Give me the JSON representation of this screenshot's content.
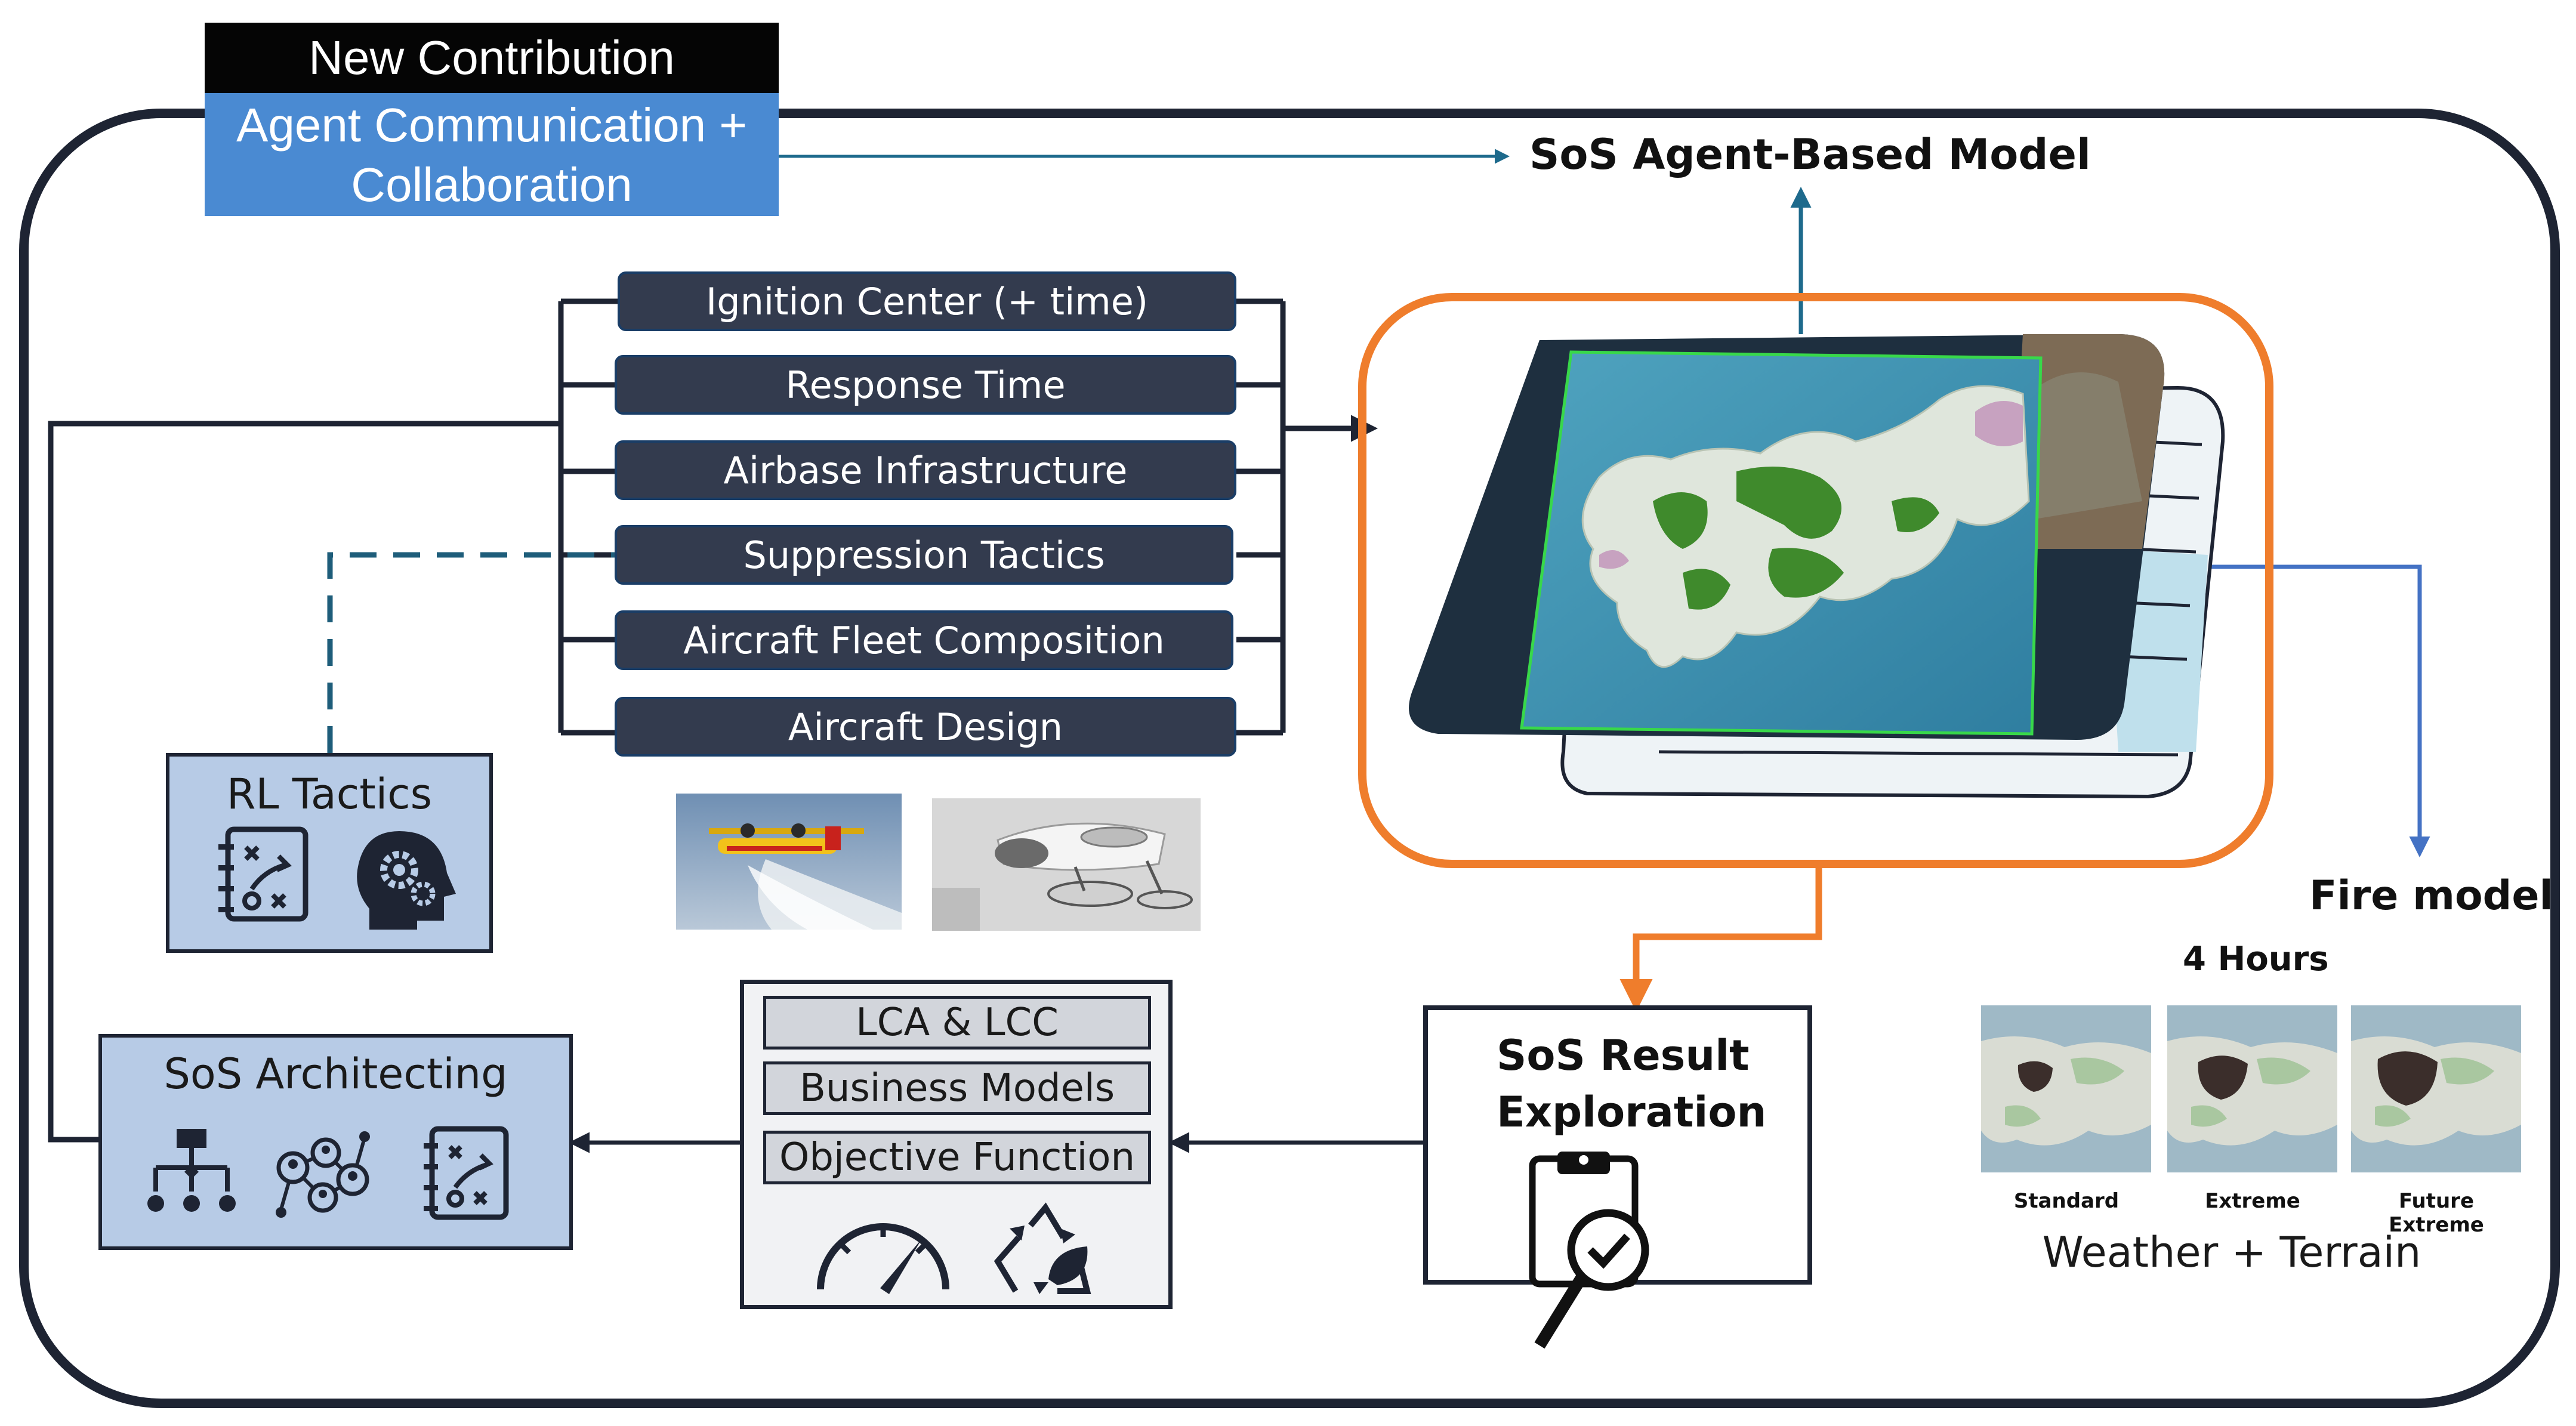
{
  "header": {
    "new_contribution": "New Contribution",
    "agent_comm_line1": "Agent Communication +",
    "agent_comm_line2": "Collaboration"
  },
  "sos_agent_model": "SoS Agent-Based Model",
  "parameters": [
    "Ignition Center (+ time)",
    "Response Time",
    "Airbase Infrastructure",
    "Suppression Tactics",
    "Aircraft Fleet Composition",
    "Aircraft Design"
  ],
  "rl_tactics": {
    "title": "RL Tactics"
  },
  "sos_architecting": {
    "title": "SoS Architecting"
  },
  "evaluation": [
    "LCA & LCC",
    "Business Models",
    "Objective Function"
  ],
  "result_exploration": {
    "line1": "SoS Result",
    "line2": "Exploration"
  },
  "fire_model": {
    "title": "Fire model",
    "duration": "4 Hours",
    "scenarios": [
      "Standard",
      "Extreme",
      "Future Extreme"
    ],
    "footer": "Weather + Terrain"
  },
  "colors": {
    "dark_navy": "#1e2433",
    "pill_fill": "#333b4e",
    "light_blue": "#b7cbe6",
    "header_blue": "#4a8ad2",
    "orange": "#ef7d2c",
    "arrow_blue": "#4472c4",
    "teal_dash": "#1e5d7a"
  }
}
